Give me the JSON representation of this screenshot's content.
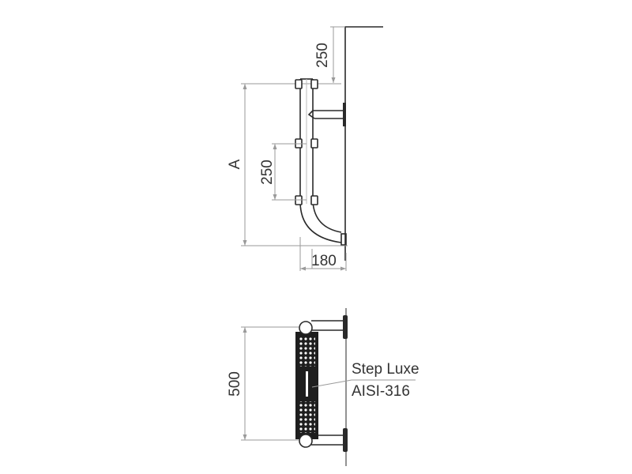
{
  "side_view": {
    "dim_top_offset": "250",
    "dim_height_label": "A",
    "dim_rung_spacing": "250",
    "dim_depth": "180"
  },
  "front_view": {
    "dim_step_height": "500",
    "step_name": "Step Luxe",
    "step_material": "AISI-316"
  }
}
